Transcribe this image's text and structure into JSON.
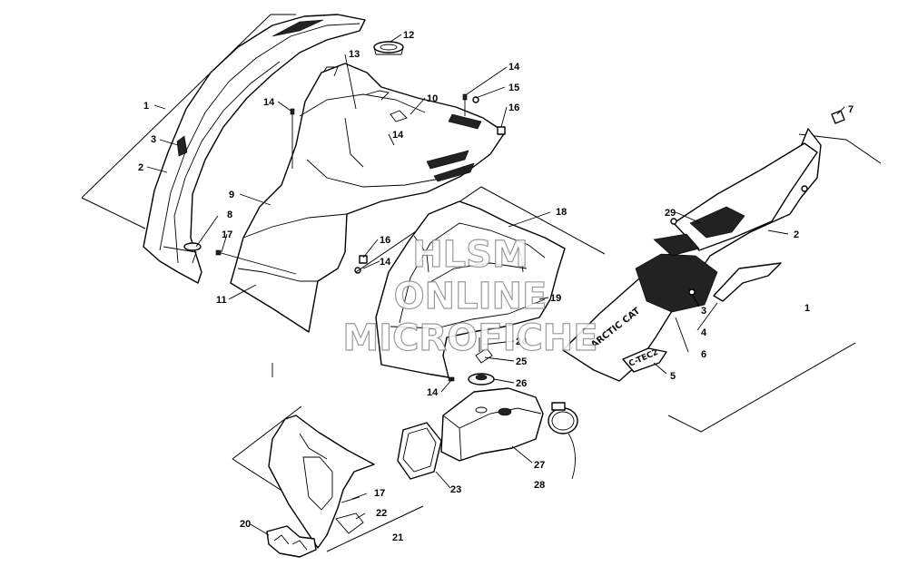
{
  "callouts": {
    "c1a": "1",
    "c1b": "1",
    "c2a": "2",
    "c2b": "2",
    "c3a": "3",
    "c3b": "3",
    "c4": "4",
    "c5": "5",
    "c6": "6",
    "c7": "7",
    "c8": "8",
    "c9": "9",
    "c10": "10",
    "c11": "11",
    "c12": "12",
    "c13": "13",
    "c14a": "14",
    "c14b": "14",
    "c14c": "14",
    "c14d": "14",
    "c14e": "14",
    "c15": "15",
    "c16a": "16",
    "c16b": "16",
    "c17a": "17",
    "c17b": "17",
    "c18": "18",
    "c19": "19",
    "c20": "20",
    "c21": "21",
    "c22": "22",
    "c23": "23",
    "c24": "24",
    "c25": "25",
    "c26": "26",
    "c27": "27",
    "c28": "28",
    "c29": "29"
  },
  "watermark": {
    "line1": "HLSM",
    "line2": "ONLINE",
    "line3": "MICROFICHE"
  },
  "decals": {
    "brand": "ARCTIC CAT",
    "model": "C-TEC2"
  }
}
